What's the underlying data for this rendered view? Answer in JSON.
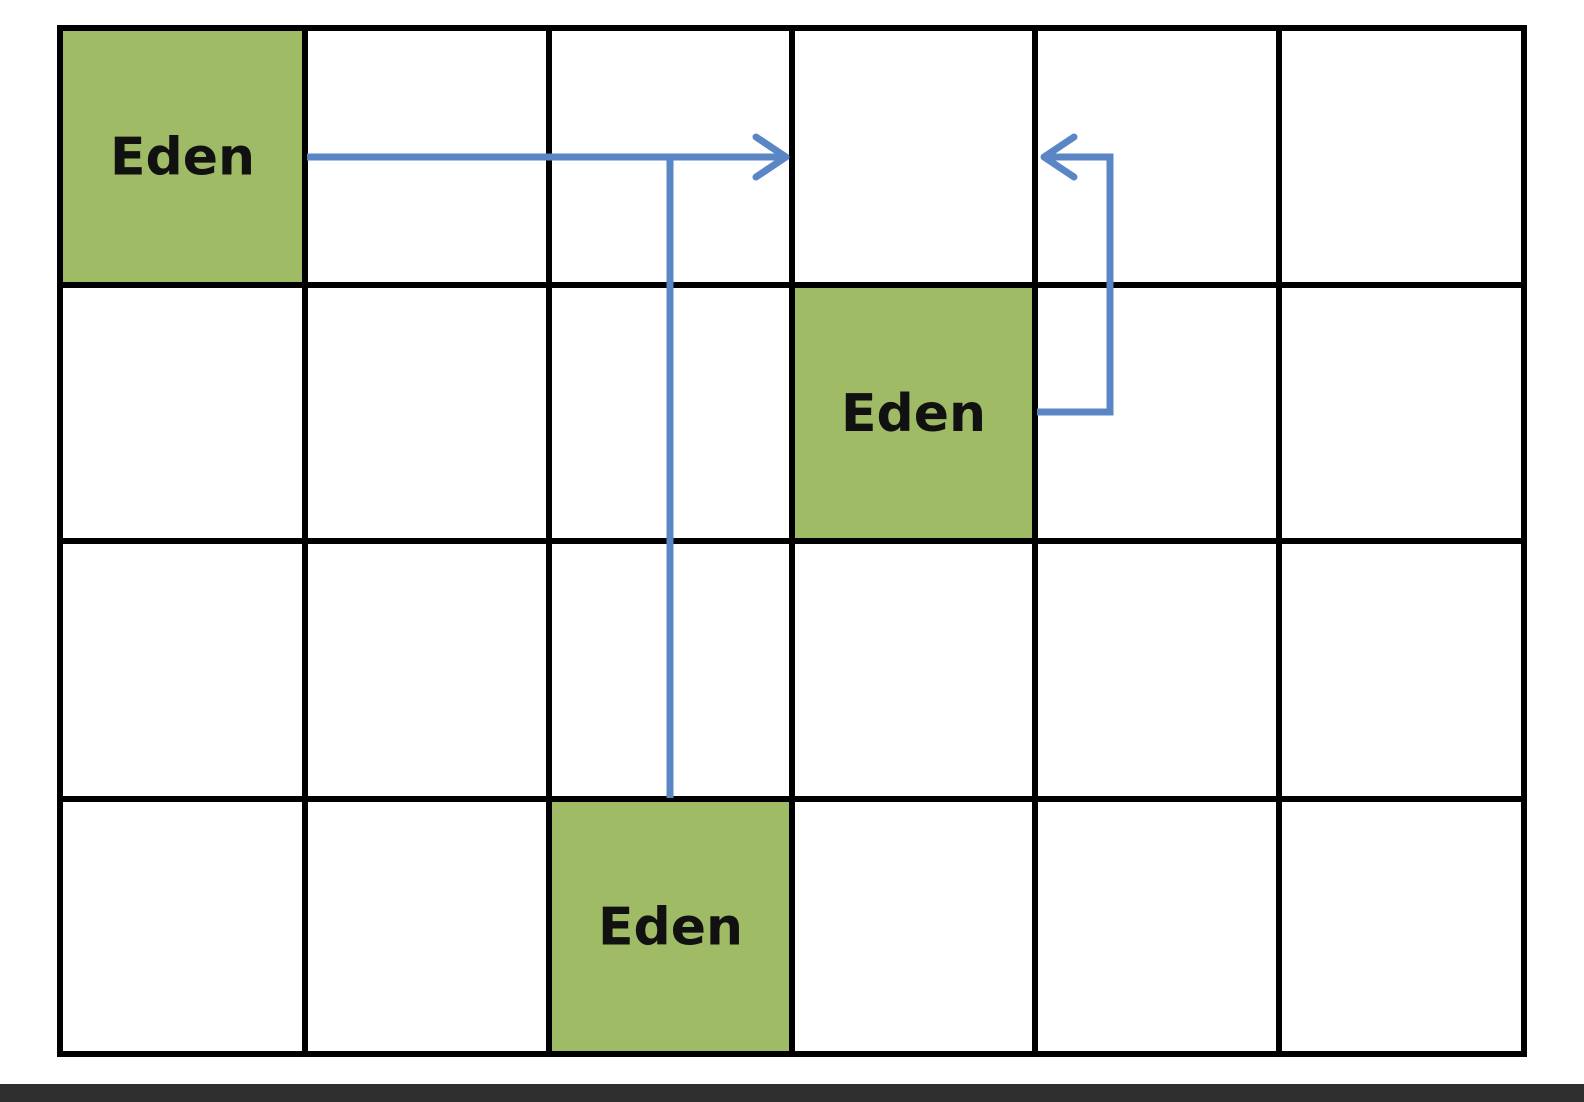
{
  "grid": {
    "rows": 4,
    "cols": 6
  },
  "colors": {
    "grid_line": "#000000",
    "region_fill": "#a0bb66",
    "region_border": "#7a9148",
    "arrow": "#5b86c5",
    "label": "#111111",
    "bottom_strip": "#2f2f2f"
  },
  "regions": [
    {
      "label": "Eden",
      "row": 0,
      "col": 0
    },
    {
      "label": "Eden",
      "row": 1,
      "col": 3
    },
    {
      "label": "Eden",
      "row": 3,
      "col": 2
    }
  ]
}
